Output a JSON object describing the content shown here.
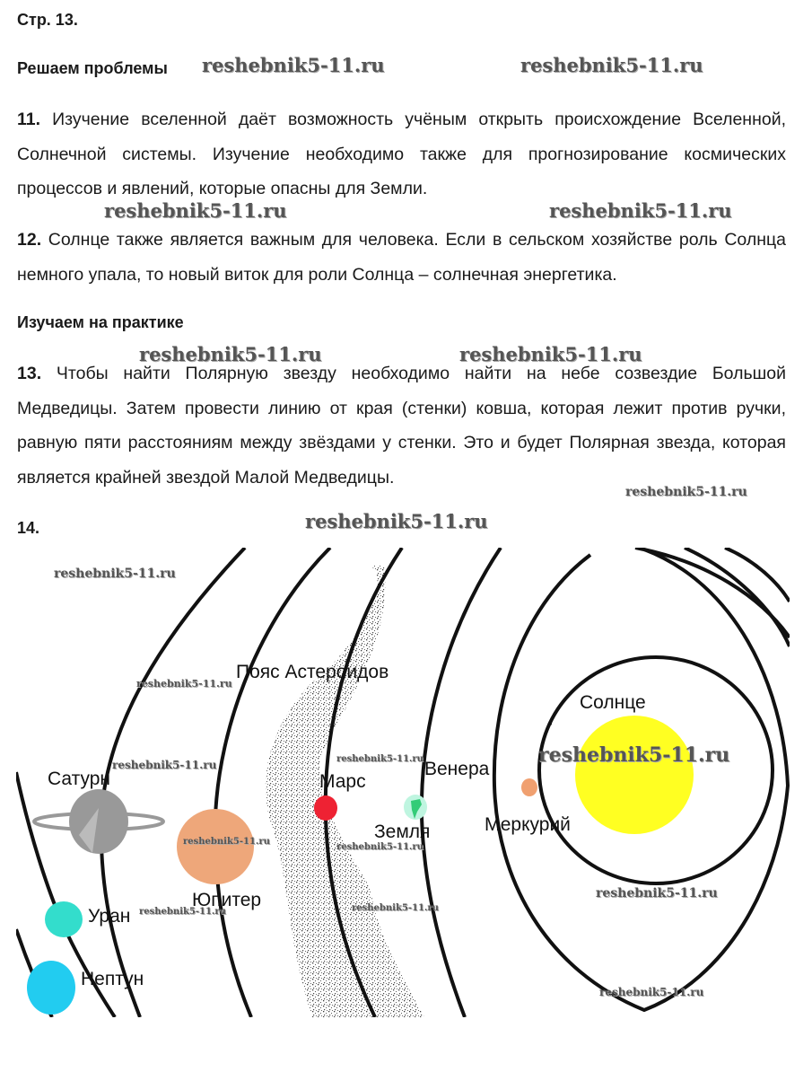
{
  "page_label": "Стр. 13.",
  "section1": "Решаем проблемы",
  "item11_num": "11.",
  "item11": "Изучение вселенной даёт возможность учёным открыть происхождение Вселенной, Солнечной системы. Изучение необходимо также для прогнозирование космических процессов и явлений, которые опасны для Земли.",
  "item12_num": "12.",
  "item12": "Солнце также является важным для человека. Если в сельском хозяйстве роль Солнца немного упала, то новый виток для роли Солнца – солнечная энергетика.",
  "section2": "Изучаем на практике",
  "item13_num": "13.",
  "item13": "Чтобы найти Полярную звезду необходимо найти на небе созвездие Большой Медведицы. Затем провести линию от края (стенки) ковша, которая лежит против ручки, равную пяти расстояниям между звёздами у стенки. Это и будет Полярная звезда, которая является крайней звездой Малой Медведицы.",
  "item14_num": "14.",
  "watermark": "reshebnik5-11.ru",
  "diagram": {
    "sun": "Солнце",
    "mercury": "Меркурий",
    "venus": "Венера",
    "earth": "Земля",
    "mars": "Марс",
    "belt": "Пояс Астероидов",
    "jupiter": "Юпитер",
    "saturn": "Сатурн",
    "uranus": "Уран",
    "neptune": "Нептун"
  },
  "colors": {
    "sun": "#ffff22",
    "mercury": "#f0a070",
    "mars": "#ee2233",
    "earth": "#44dd88",
    "jupiter": "#eea77a",
    "saturn": "#999999",
    "uranus": "#33ddcc",
    "neptune": "#22ccf0"
  }
}
